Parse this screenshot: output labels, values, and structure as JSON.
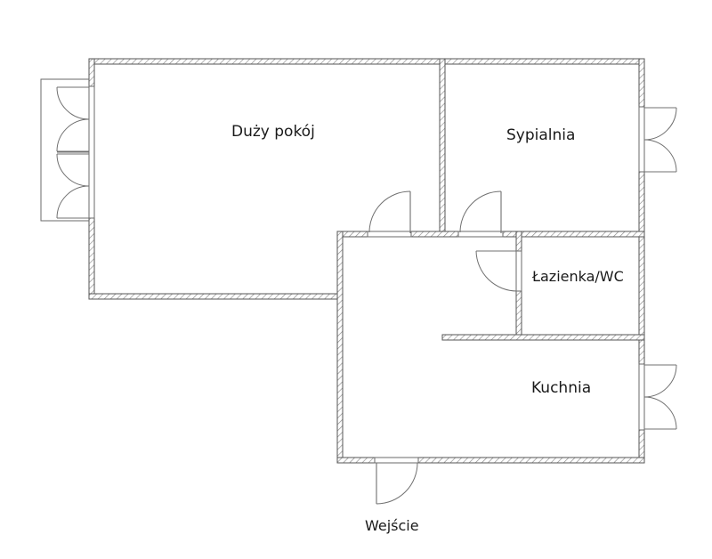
{
  "diagram": {
    "type": "floor-plan",
    "rooms": [
      {
        "id": "living-room",
        "label": "Duży pokój"
      },
      {
        "id": "bedroom",
        "label": "Sypialnia"
      },
      {
        "id": "bathroom",
        "label": "Łazienka/WC"
      },
      {
        "id": "kitchen",
        "label": "Kuchnia"
      }
    ],
    "entrance": {
      "label": "Wejście"
    },
    "colors": {
      "wall_stroke": "#555555",
      "hatch": "#8a8a8a",
      "door_line": "#707070",
      "text": "#1a1a1a",
      "background": "#ffffff"
    }
  }
}
